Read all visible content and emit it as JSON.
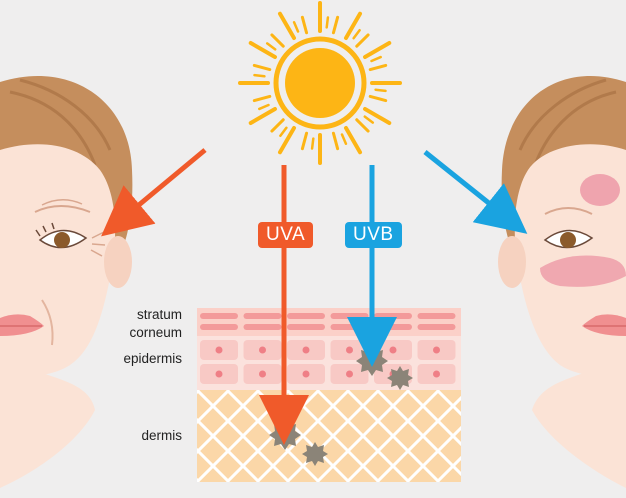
{
  "rays": {
    "uva": {
      "label": "UVA",
      "color": "#f05a2a"
    },
    "uvb": {
      "label": "UVB",
      "color": "#1aa3e0"
    }
  },
  "skin_layers": {
    "stratum_line1": "stratum",
    "stratum_line2": "corneum",
    "epidermis": "epidermis",
    "dermis": "dermis"
  },
  "colors": {
    "background": "#efeeee",
    "sun": "#fdb515",
    "skin": "#fbe3d6",
    "hair": "#c58e5d",
    "stratum": "#f5a3a3",
    "epidermis": "#f8cdc8",
    "dermis": "#fbd7a8"
  }
}
